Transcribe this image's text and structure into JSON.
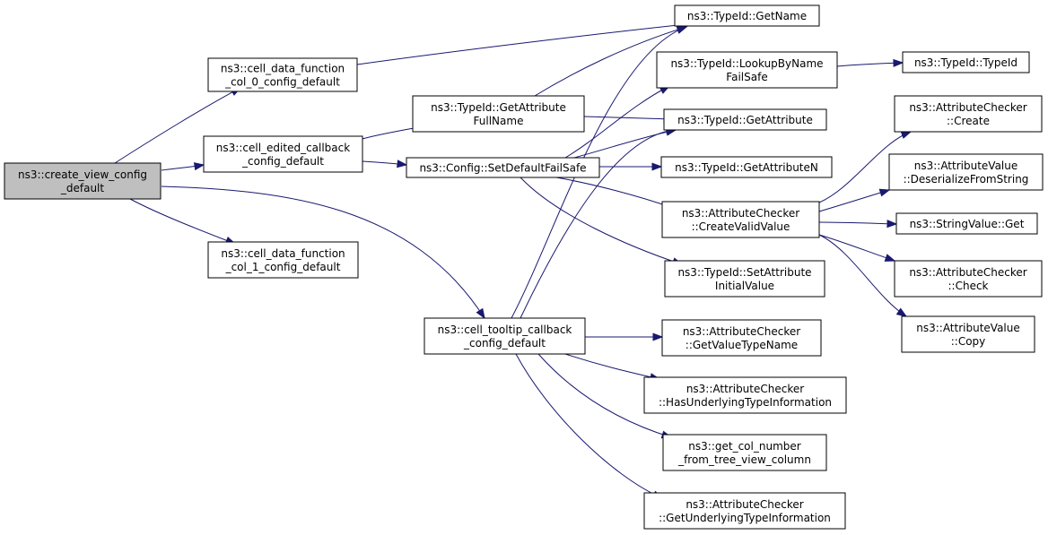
{
  "nodes": [
    {
      "id": "root",
      "lines": [
        "ns3::create_view_config",
        "_default"
      ],
      "highlight": true
    },
    {
      "id": "c0",
      "lines": [
        "ns3::cell_data_function",
        "_col_0_config_default"
      ]
    },
    {
      "id": "edited",
      "lines": [
        "ns3::cell_edited_callback",
        "_config_default"
      ]
    },
    {
      "id": "c1",
      "lines": [
        "ns3::cell_data_function",
        "_col_1_config_default"
      ]
    },
    {
      "id": "tooltip",
      "lines": [
        "ns3::cell_tooltip_callback",
        "_config_default"
      ]
    },
    {
      "id": "getAttrFull",
      "lines": [
        "ns3::TypeId::GetAttribute",
        "FullName"
      ]
    },
    {
      "id": "setDefault",
      "lines": [
        "ns3::Config::SetDefaultFailSafe"
      ]
    },
    {
      "id": "getName",
      "lines": [
        "ns3::TypeId::GetName"
      ]
    },
    {
      "id": "lookup",
      "lines": [
        "ns3::TypeId::LookupByName",
        "FailSafe"
      ]
    },
    {
      "id": "getAttr",
      "lines": [
        "ns3::TypeId::GetAttribute"
      ]
    },
    {
      "id": "getAttrN",
      "lines": [
        "ns3::TypeId::GetAttributeN"
      ]
    },
    {
      "id": "createValid",
      "lines": [
        "ns3::AttributeChecker",
        "::CreateValidValue"
      ]
    },
    {
      "id": "setAttrInit",
      "lines": [
        "ns3::TypeId::SetAttribute",
        "InitialValue"
      ]
    },
    {
      "id": "getValueType",
      "lines": [
        "ns3::AttributeChecker",
        "::GetValueTypeName"
      ]
    },
    {
      "id": "hasUnderlying",
      "lines": [
        "ns3::AttributeChecker",
        "::HasUnderlyingTypeInformation"
      ]
    },
    {
      "id": "getCol",
      "lines": [
        "ns3::get_col_number",
        "_from_tree_view_column"
      ]
    },
    {
      "id": "getUnderlying",
      "lines": [
        "ns3::AttributeChecker",
        "::GetUnderlyingTypeInformation"
      ]
    },
    {
      "id": "typeIdCtor",
      "lines": [
        "ns3::TypeId::TypeId"
      ]
    },
    {
      "id": "checkerCreate",
      "lines": [
        "ns3::AttributeChecker",
        "::Create"
      ]
    },
    {
      "id": "deserialize",
      "lines": [
        "ns3::AttributeValue",
        "::DeserializeFromString"
      ]
    },
    {
      "id": "stringGet",
      "lines": [
        "ns3::StringValue::Get"
      ]
    },
    {
      "id": "checkerCheck",
      "lines": [
        "ns3::AttributeChecker",
        "::Check"
      ]
    },
    {
      "id": "valueCopy",
      "lines": [
        "ns3::AttributeValue",
        "::Copy"
      ]
    }
  ],
  "edges": [
    [
      "root",
      "c0"
    ],
    [
      "root",
      "edited"
    ],
    [
      "root",
      "c1"
    ],
    [
      "root",
      "tooltip"
    ],
    [
      "c0",
      "getName"
    ],
    [
      "edited",
      "getAttrFull"
    ],
    [
      "edited",
      "setDefault"
    ],
    [
      "getAttrFull",
      "getName"
    ],
    [
      "getAttrFull",
      "getAttr"
    ],
    [
      "setDefault",
      "lookup"
    ],
    [
      "setDefault",
      "getAttr"
    ],
    [
      "setDefault",
      "getAttrN"
    ],
    [
      "setDefault",
      "createValid"
    ],
    [
      "setDefault",
      "setAttrInit"
    ],
    [
      "tooltip",
      "getName"
    ],
    [
      "tooltip",
      "getAttr"
    ],
    [
      "tooltip",
      "getValueType"
    ],
    [
      "tooltip",
      "hasUnderlying"
    ],
    [
      "tooltip",
      "getCol"
    ],
    [
      "tooltip",
      "getUnderlying"
    ],
    [
      "lookup",
      "typeIdCtor"
    ],
    [
      "createValid",
      "checkerCreate"
    ],
    [
      "createValid",
      "deserialize"
    ],
    [
      "createValid",
      "stringGet"
    ],
    [
      "createValid",
      "checkerCheck"
    ],
    [
      "createValid",
      "valueCopy"
    ]
  ],
  "colors": {
    "edge": "#191970",
    "root_fill": "#bfbfbf",
    "node_fill": "#ffffff",
    "border": "#000000"
  }
}
